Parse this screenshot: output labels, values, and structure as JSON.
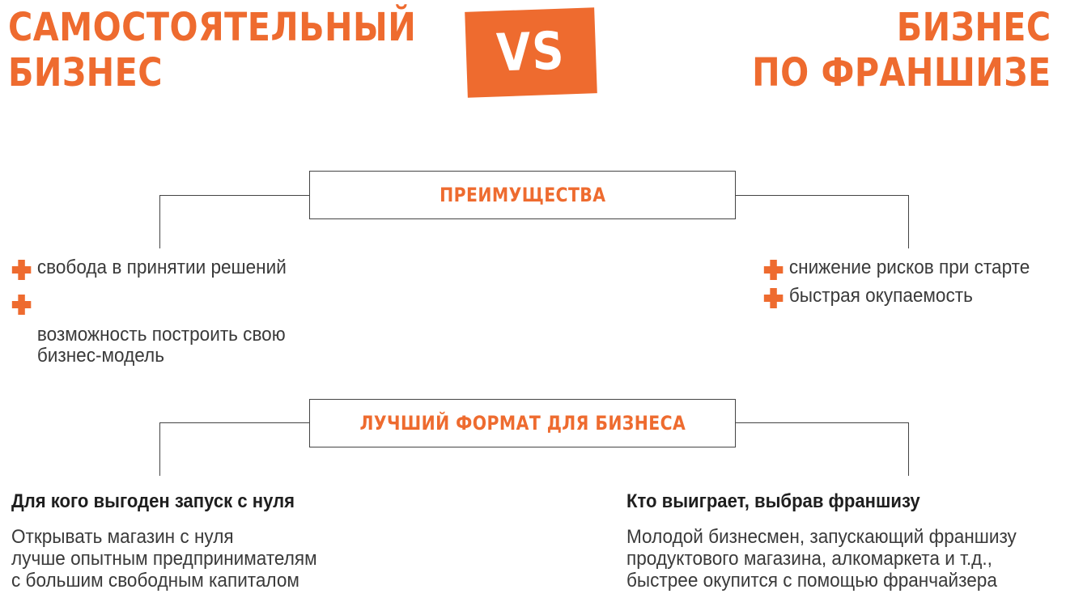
{
  "header": {
    "left_title": [
      "САМОСТОЯТЕЛЬНЫЙ",
      "БИЗНЕС"
    ],
    "right_title": [
      "БИЗНЕС",
      "ПО ФРАНШИЗЕ"
    ],
    "vs_label": "VS"
  },
  "advantages": {
    "label": "ПРЕИМУЩЕСТВА",
    "left_items": [
      "свобода в принятии решений",
      "возможность построить свою\nбизнес-модель"
    ],
    "right_items": [
      "снижение рисков при старте",
      "быстрая окупаемость"
    ]
  },
  "best_format": {
    "label": "ЛУЧШИЙ ФОРМАТ ДЛЯ БИЗНЕСА",
    "left_heading": "Для кого выгоден запуск с нуля",
    "left_text": [
      "Открывать магазин с нуля",
      "лучше опытным предпринимателям",
      "с большим свободным капиталом"
    ],
    "right_heading": "Кто выиграет, выбрав франшизу",
    "right_text": [
      "Молодой бизнесмен, запускающий франшизу",
      "продуктового магазина, алкомаркета и т.д.,",
      "быстрее окупится с помощью франчайзера"
    ]
  },
  "colors": {
    "accent": "#EE6B2F",
    "text": "#3a3a3a",
    "line": "#444444"
  },
  "icons": {
    "bullet": "plus-icon"
  }
}
